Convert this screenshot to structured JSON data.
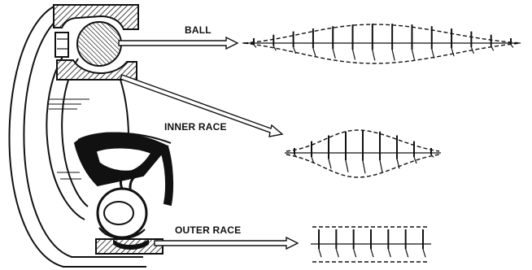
{
  "labels": {
    "ball": "BALL",
    "inner_race": "INNER RACE",
    "outer_race": "OUTER RACE"
  },
  "colors": {
    "ink": "#111111",
    "background": "#ffffff"
  },
  "components": [
    {
      "name": "ball",
      "signal": "modulated"
    },
    {
      "name": "inner-race",
      "signal": "modulated"
    },
    {
      "name": "outer-race",
      "signal": "constant-amplitude"
    }
  ]
}
